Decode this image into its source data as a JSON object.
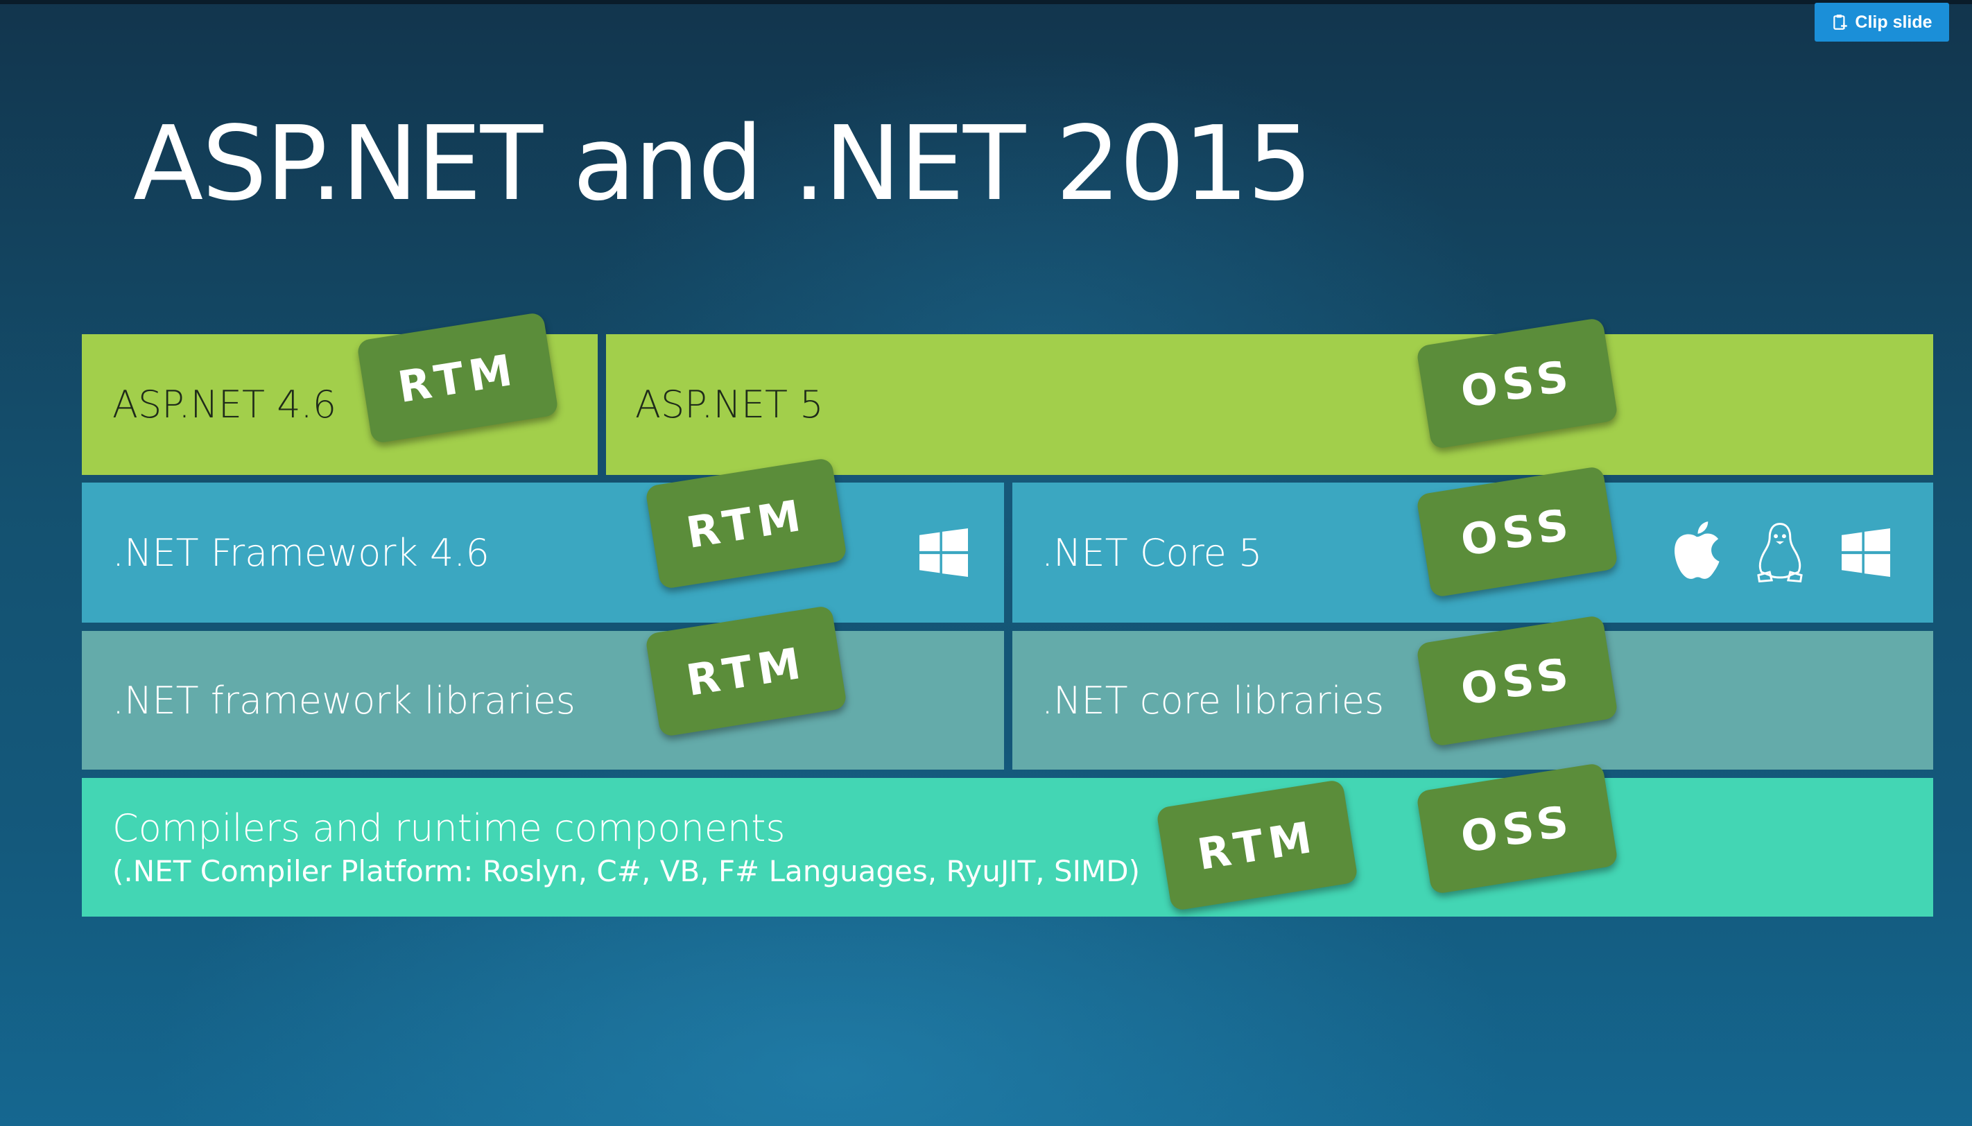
{
  "toolbar": {
    "clip_label": "Clip slide"
  },
  "slide": {
    "title": "ASP.NET and .NET 2015",
    "blocks": {
      "aspnet46": "ASP.NET 4.6",
      "aspnet5": "ASP.NET 5",
      "framework46": ".NET Framework 4.6",
      "core5": ".NET Core 5",
      "framework_libs": ".NET framework libraries",
      "core_libs": ".NET core libraries",
      "compilers": "Compilers and runtime components",
      "compilers_detail": "(.NET Compiler Platform: Roslyn, C#, VB, F# Languages, RyuJIT, SIMD)"
    },
    "stamps": {
      "rtm": "RTM",
      "oss": "OSS"
    },
    "icons": {
      "framework_platforms": [
        "windows-icon"
      ],
      "core_platforms": [
        "apple-icon",
        "linux-icon",
        "windows-icon"
      ]
    }
  },
  "colors": {
    "green_block": "#a2cf4b",
    "blue_block": "#3ba7c1",
    "gray_block": "#64abaa",
    "teal_block": "#43d6b4",
    "stamp": "#5b8d3a",
    "clip_button": "#1b8fd8"
  }
}
